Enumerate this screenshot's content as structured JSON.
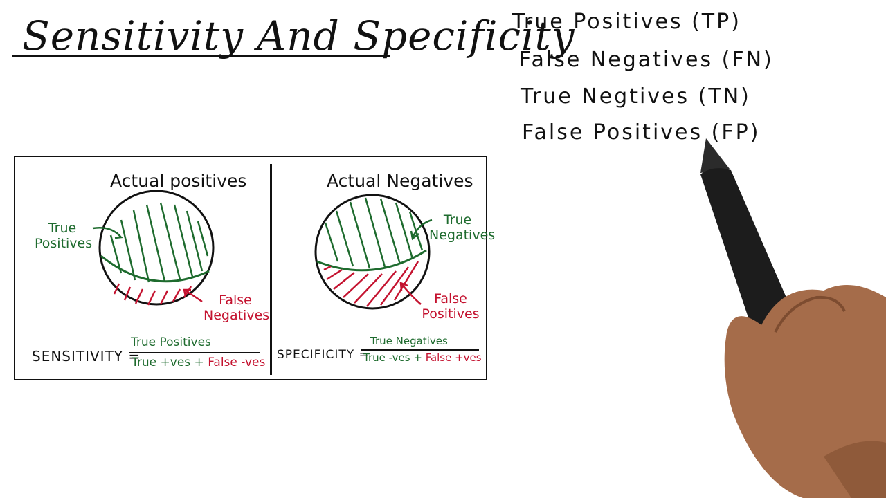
{
  "title": "Sensitivity And Specificity",
  "terms": [
    "True Positives (TP)",
    "False Negatives (FN)",
    "True Negtives (TN)",
    "False Positives (FP)"
  ],
  "panels": {
    "left": {
      "title": "Actual positives",
      "label_green": [
        "True",
        "Positives"
      ],
      "label_red": [
        "False",
        "Negatives"
      ],
      "formula_name": "SENSITIVITY =",
      "numerator": "True Positives",
      "den_green": "True +ves +",
      "den_red": "False -ves"
    },
    "right": {
      "title": "Actual Negatives",
      "label_green": [
        "True",
        "Negatives"
      ],
      "label_red": [
        "False",
        "Positives"
      ],
      "formula_name": "SPECIFICITY =",
      "numerator": "True Negatives",
      "den_green": "True -ves +",
      "den_red": "False +ves"
    }
  },
  "colors": {
    "green": "#1e6b2e",
    "red": "#c4122f",
    "ink": "#111111"
  }
}
